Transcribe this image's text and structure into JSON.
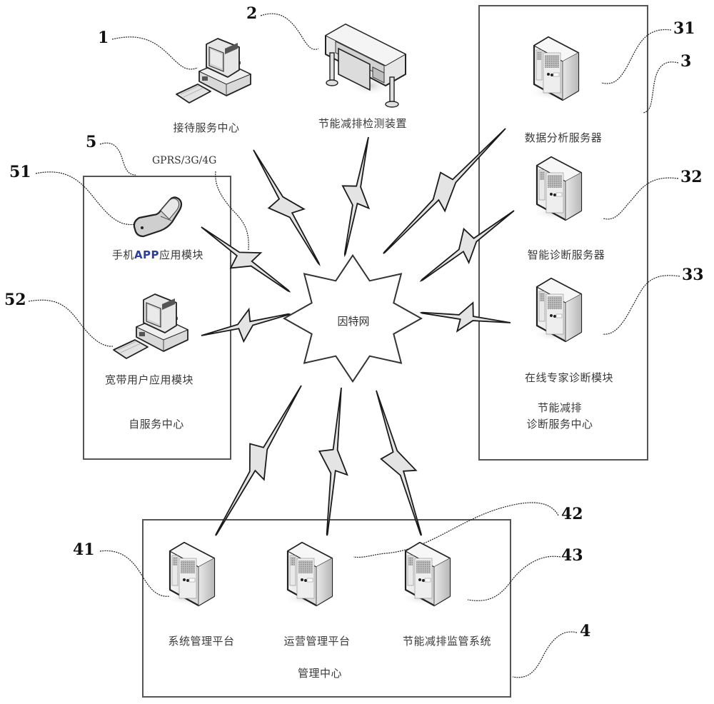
{
  "diagram": {
    "center": {
      "label": "因特网"
    },
    "protocol_label": "GPRS/3G/4G",
    "nodes": {
      "reception": {
        "ref": "1",
        "label": "接待服务中心",
        "icon": "desktop-computer-icon"
      },
      "detector": {
        "ref": "2",
        "label": "节能减排检测装置",
        "icon": "plotter-device-icon"
      },
      "diag_center": {
        "ref": "3",
        "title_line1": "节能减排",
        "title_line2": "诊断服务中心",
        "items": [
          {
            "ref": "31",
            "label": "数据分析服务器",
            "icon": "server-icon"
          },
          {
            "ref": "32",
            "label": "智能诊断服务器",
            "icon": "server-icon"
          },
          {
            "ref": "33",
            "label": "在线专家诊断模块",
            "icon": "server-icon"
          }
        ]
      },
      "mgmt_center": {
        "ref": "4",
        "title": "管理中心",
        "items": [
          {
            "ref": "41",
            "label": "系统管理平台",
            "icon": "server-icon"
          },
          {
            "ref": "42",
            "label": "运营管理平台",
            "icon": "server-icon"
          },
          {
            "ref": "43",
            "label": "节能减排监管系统",
            "icon": "server-icon"
          }
        ]
      },
      "self_service": {
        "ref": "5",
        "title": "自服务中心",
        "items": [
          {
            "ref": "51",
            "label_pre": "手机",
            "label_app": "APP",
            "label_post": "应用模块",
            "icon": "mobile-phone-icon"
          },
          {
            "ref": "52",
            "label": "宽带用户应用模块",
            "icon": "desktop-computer-icon"
          }
        ]
      }
    },
    "colors": {
      "line": "#1a1a1a",
      "bolt_fill": "#e4e4e4",
      "box_border": "#555555",
      "app_text": "#2a3fa0"
    }
  }
}
